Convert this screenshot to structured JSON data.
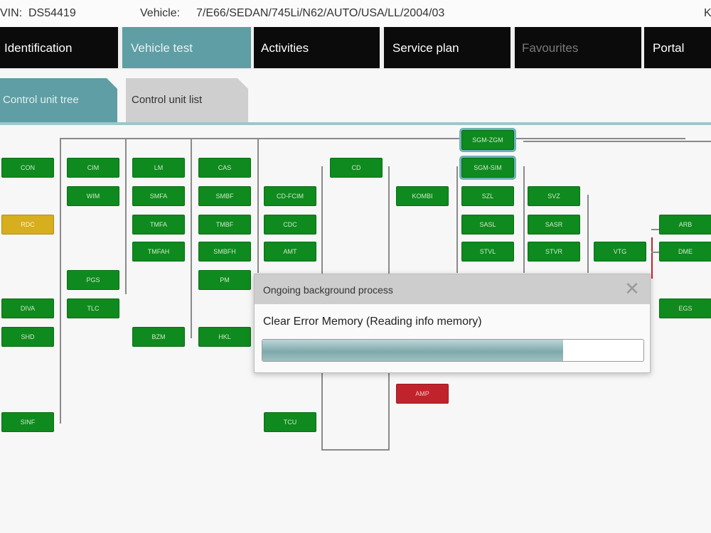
{
  "infobar": {
    "vin_label": "VIN:",
    "vin_value": "DS54419",
    "vehicle_label": "Vehicle:",
    "vehicle_value": "7/E66/SEDAN/745Li/N62/AUTO/USA/LL/2004/03",
    "edge_char": "K"
  },
  "main_tabs": [
    {
      "label": "Identification",
      "state": "normal"
    },
    {
      "label": "Vehicle test",
      "state": "active"
    },
    {
      "label": "Activities",
      "state": "normal"
    },
    {
      "label": "Service plan",
      "state": "normal"
    },
    {
      "label": "Favourites",
      "state": "disabled"
    },
    {
      "label": "Portal",
      "state": "normal"
    }
  ],
  "sub_tabs": {
    "tree": "Control unit tree",
    "list": "Control unit list"
  },
  "ecus": {
    "con": "CON",
    "rdc": "RDC",
    "diva": "DIVA",
    "shd": "SHD",
    "sinf": "SINF",
    "cim": "CIM",
    "wim": "WIM",
    "pgs": "PGS",
    "tlc": "TLC",
    "lm": "LM",
    "smfa": "SMFA",
    "tmfa": "TMFA",
    "tmfah": "TMFAH",
    "bzm": "BZM",
    "cas": "CAS",
    "smbf": "SMBF",
    "tmbf": "TMBF",
    "smbfh": "SMBFH",
    "pm": "PM",
    "hkl": "HKL",
    "cdfcim": "CD-FCIM",
    "cdc": "CDC",
    "amt": "AMT",
    "tcu": "TCU",
    "cd": "CD",
    "kombi": "KOMBI",
    "amp": "AMP",
    "sgmzgm": "SGM-ZGM",
    "sgmsim": "SGM-SIM",
    "szl": "SZL",
    "sasl": "SASL",
    "stvl": "STVL",
    "svz": "SVZ",
    "sasr": "SASR",
    "stvr": "STVR",
    "vtg": "VTG",
    "arb": "ARB",
    "dme": "DME",
    "egs": "EGS"
  },
  "dialog": {
    "title": "Ongoing background process",
    "message": "Clear Error Memory (Reading info memory)",
    "progress": 0.79
  },
  "colors": {
    "accent_teal": "#5f9ea4",
    "ecu_green": "#0f8a1e",
    "ecu_yellow": "#d6ae1e",
    "ecu_red": "#c0232b",
    "tab_black": "#0b0b0b"
  },
  "icons": {
    "close": "close-icon"
  }
}
